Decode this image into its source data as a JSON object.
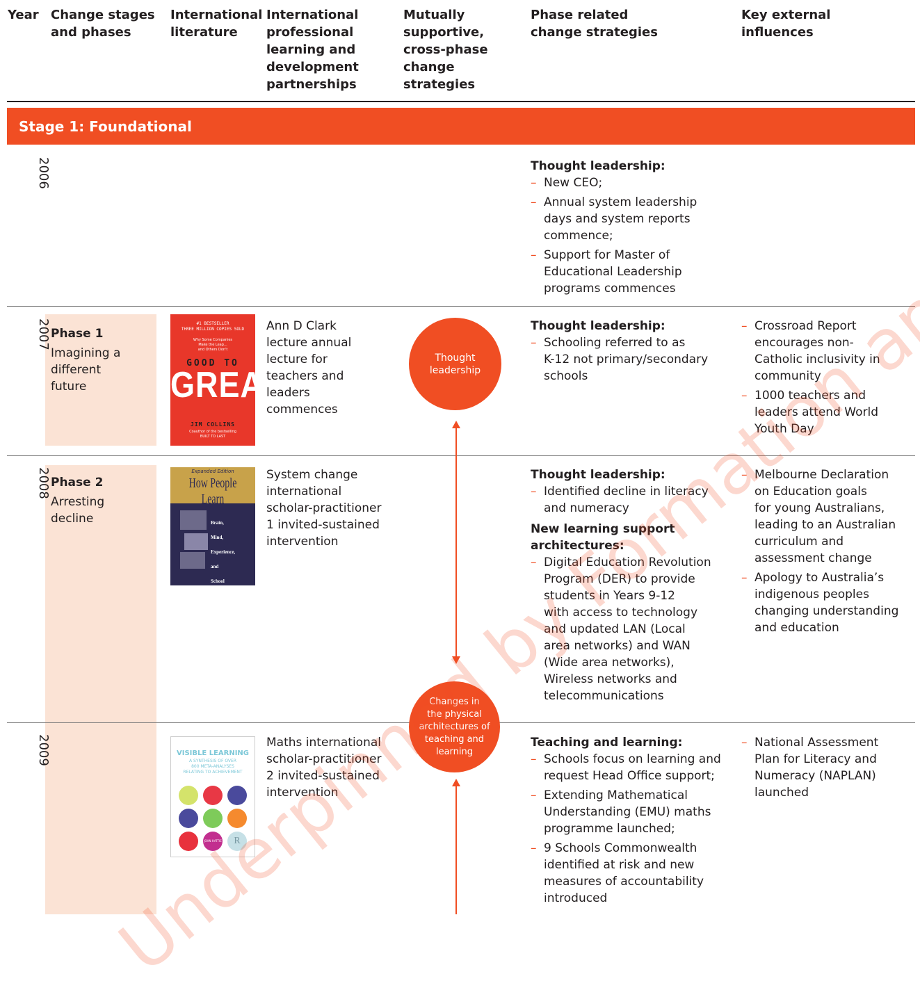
{
  "headers": {
    "year": "Year",
    "change_stages": "Change stages\nand phases",
    "intl_literature": "International\nliterature",
    "intl_professional": "International\nprofessional\nlearning and\ndevelopment\npartnerships",
    "mutually": "Mutually\nsupportive,\ncross-phase\nchange\nstrategies",
    "phase_related": "Phase related\nchange strategies",
    "key_external": "Key external\ninfluences"
  },
  "stage": "Stage 1: Foundational",
  "years": [
    "2006",
    "2007",
    "2008",
    "2009"
  ],
  "rows": {
    "r2006": {
      "strategy_heading": "Thought leadership:",
      "strategy_items": [
        "New CEO;",
        "Annual system leadership\ndays and system reports\ncommence;",
        "Support for Master of\nEducational Leadership\nprograms commences"
      ]
    },
    "r2007": {
      "phase_title": "Phase 1",
      "phase_sub": "Imagining a\ndifferent\nfuture",
      "book": {
        "top_line1": "#1 BESTSELLER",
        "top_line2": "THREE MILLION COPIES SOLD",
        "small1": "Why Some Companies",
        "small2": "Make the Leap...",
        "small3": "and Others Don't",
        "title_small": "GOOD TO",
        "title_big": "GREAT",
        "author": "JIM COLLINS",
        "sub1": "Coauthor of the bestselling",
        "sub2": "BUILT TO LAST"
      },
      "partnership": "Ann D Clark\nlecture annual\nlecture for\nteachers and\nleaders\ncommences",
      "strategy_heading": "Thought leadership:",
      "strategy_items": [
        "Schooling referred to as\nK-12 not primary/secondary\nschools"
      ],
      "external_items": [
        "Crossroad Report\nencourages non-\nCatholic inclusivity in\ncommunity",
        "1000 teachers and\nleaders attend World\nYouth Day"
      ]
    },
    "r2008": {
      "phase_title": "Phase 2",
      "phase_sub": "Arresting\ndecline",
      "book": {
        "edition": "Expanded Edition",
        "title": "How People Learn",
        "w1": "Brain,",
        "w2": "Mind,",
        "w3": "Experience,",
        "w4": "and",
        "w5": "School"
      },
      "partnership": "System change\ninternational\nscholar-practitioner\n1 invited-sustained\nintervention",
      "strategy_heading": "Thought leadership:",
      "strategy_items": [
        "Identified decline in literacy\nand numeracy"
      ],
      "strategy_heading2": "New learning support\narchitectures:",
      "strategy_items2": [
        "Digital Education Revolution\nProgram (DER) to provide\nstudents in Years 9-12\nwith access to technology\nand updated LAN (Local\narea networks) and WAN\n(Wide area networks),\nWireless networks and\ntelecommunications"
      ],
      "external_items": [
        "Melbourne Declaration\non Education goals\nfor young Australians,\nleading to an Australian\ncurriculum and\nassessment change",
        "Apology to Australia’s\nindigenous peoples\nchanging understanding\nand education"
      ]
    },
    "r2009": {
      "book": {
        "title": "VISIBLE LEARNING",
        "sub1": "A SYNTHESIS OF OVER",
        "sub2": "800 META-ANALYSES",
        "sub3": "RELATING TO ACHIEVEMENT",
        "author": "JOHN HATTIE",
        "publisher": "R"
      },
      "partnership": "Maths international\nscholar-practitioner\n2 invited-sustained\nintervention",
      "strategy_heading": "Teaching and learning:",
      "strategy_items": [
        "Schools focus on learning and\nrequest Head Office support;",
        "Extending Mathematical\nUnderstanding (EMU) maths\nprogramme launched;",
        "9 Schools Commonwealth\nidentified at risk and new\nmeasures of accountability\nintroduced"
      ],
      "external_items": [
        "National Assessment\nPlan for Literacy and\nNumeracy (NAPLAN)\nlaunched"
      ]
    }
  },
  "circles": {
    "thought": "Thought\nleadership",
    "physical": "Changes in\nthe physical\narchitectures of\nteaching and\nlearning"
  },
  "dash": "–",
  "watermark": "Underpinned by Formation and Inclusivity",
  "colors": {
    "accent": "#f04e23",
    "phase_bg": "#fbe3d5",
    "text": "#231f20"
  }
}
